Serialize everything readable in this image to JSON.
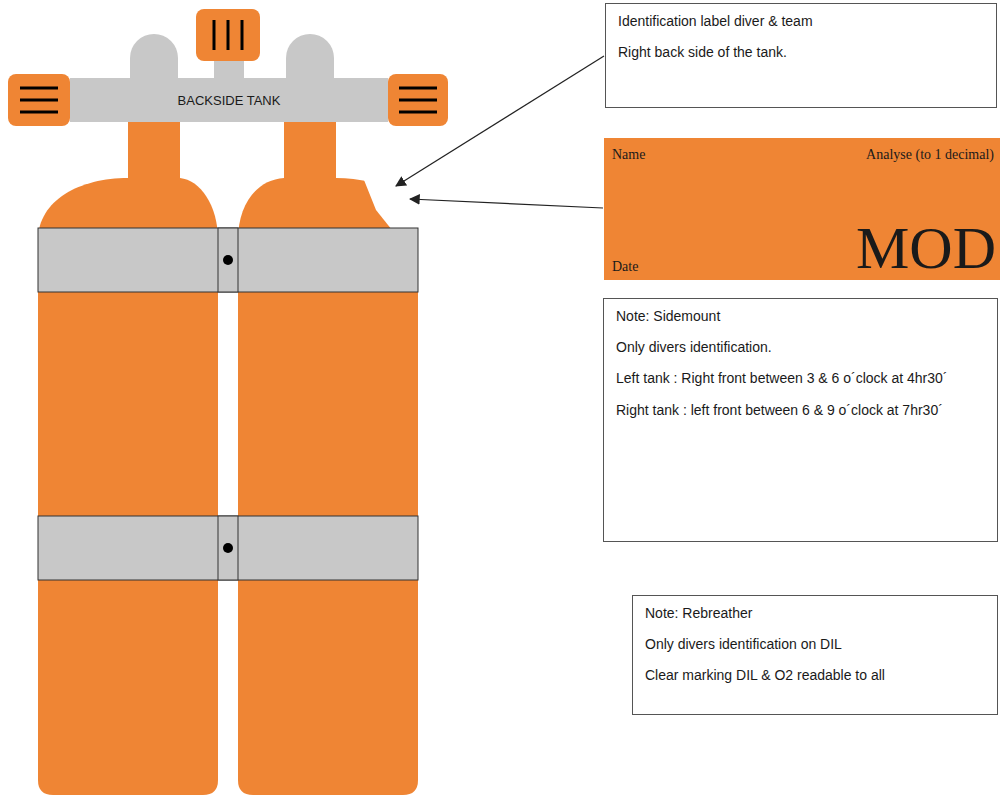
{
  "diagram": {
    "nodes": [
      {
        "text": [
          "BACKSIDE TANK"
        ]
      },
      {
        "text": [
          "Identification label diver & team",
          "Right back side of the tank."
        ]
      },
      {
        "text": [
          "Name",
          "Analyse (to 1 decimal)",
          "MOD",
          "Date"
        ]
      },
      {
        "text": [
          "Note: Sidemount",
          "Only divers identification.",
          "Left tank : Right front between 3 & 6 o´clock at 4hr30´",
          "Right tank : left front between 6 & 9 o´clock at 7hr30´"
        ]
      },
      {
        "text": [
          "Note: Rebreather",
          "Only divers identification on DIL",
          "Clear marking DIL & O2 readable to all"
        ]
      }
    ]
  }
}
